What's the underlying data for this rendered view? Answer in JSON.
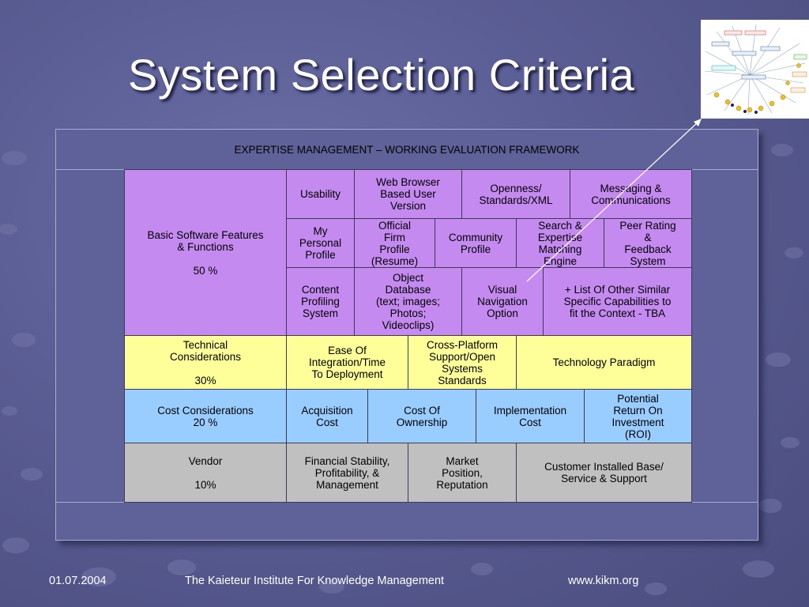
{
  "slide": {
    "title": "System Selection Criteria",
    "footer": {
      "date": "01.07.2004",
      "institute": "The Kaieteur Institute For Knowledge Management",
      "url": "www.kikm.org"
    }
  },
  "framework": {
    "header": "EXPERTISE MANAGEMENT – WORKING EVALUATION FRAMEWORK",
    "basic": {
      "label": "Basic Software Features\n& Functions\n\n50 %",
      "row1": [
        "Usability",
        "Web Browser\nBased User\nVersion",
        "Openness/\nStandards/XML",
        "Messaging &\nCommunications"
      ],
      "row2": [
        "My\nPersonal\nProfile",
        "Official\nFirm\nProfile\n(Resume)",
        "Community\nProfile",
        "Search &\nExpertise\nMatching\nEngine",
        "Peer Rating\n&\nFeedback\nSystem"
      ],
      "row3": [
        "Content\nProfiling\nSystem",
        "Object\nDatabase\n(text; images;\nPhotos;\nVideoclips)",
        "Visual\nNavigation\nOption",
        "+ List Of Other Similar\nSpecific Capabilities to\nfit the Context  - TBA"
      ]
    },
    "technical": {
      "label": "Technical\nConsiderations\n\n30%",
      "cells": [
        "Ease Of\nIntegration/Time\nTo Deployment",
        "Cross-Platform\nSupport/Open\nSystems\nStandards",
        "Technology Paradigm"
      ]
    },
    "cost": {
      "label": "Cost Considerations\n20 %",
      "cells": [
        "Acquisition\nCost",
        "Cost Of\nOwnership",
        "Implementation\nCost",
        "Potential\nReturn On\nInvestment\n(ROI)"
      ]
    },
    "vendor": {
      "label": "Vendor\n\n10%",
      "cells": [
        "Financial Stability,\nProfitability, &\nManagement",
        "Market\nPosition,\nReputation",
        "Customer Installed Base/\nService & Support"
      ]
    }
  },
  "colors": {
    "basic": "#c48af0",
    "technical": "#ffff99",
    "cost": "#99ccff",
    "vendor": "#c0c0c0",
    "background": "#5a5d93"
  }
}
